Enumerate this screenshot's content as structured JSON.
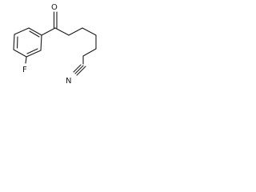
{
  "molecule": {
    "atoms": {
      "oxygen": "O",
      "fluorine": "F",
      "nitrile_n": "N"
    }
  }
}
